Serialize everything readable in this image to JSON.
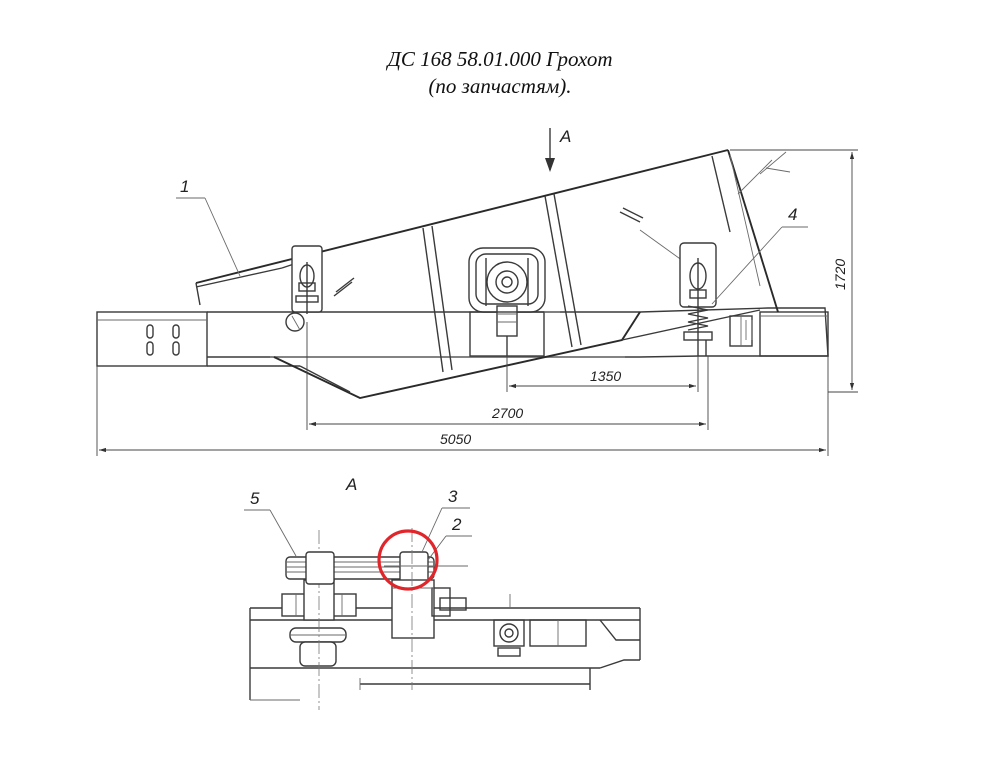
{
  "title": {
    "line1": "ДС 168 58.01.000 Грохот",
    "line2": "(по запчастям)."
  },
  "main_view": {
    "view_arrow_label": "A",
    "callouts": [
      "1",
      "4"
    ],
    "dimensions": {
      "d1350": "1350",
      "d2700": "2700",
      "d5050": "5050",
      "d1720": "1720"
    }
  },
  "view_a": {
    "label": "A",
    "callouts": [
      "5",
      "3",
      "2"
    ]
  },
  "highlight": {
    "color": "#e0262b"
  }
}
